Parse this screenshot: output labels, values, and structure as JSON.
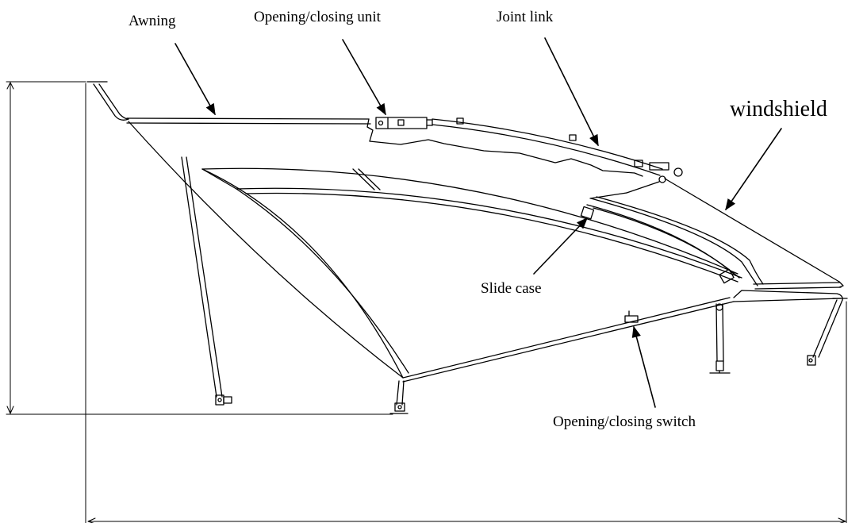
{
  "labels": {
    "awning": "Awning",
    "opening_closing_unit": "Opening/closing unit",
    "joint_link": "Joint link",
    "windshield": "windshield",
    "slide_case": "Slide case",
    "opening_closing_switch": "Opening/closing switch"
  },
  "colors": {
    "line": "#000000",
    "background": "#ffffff"
  }
}
